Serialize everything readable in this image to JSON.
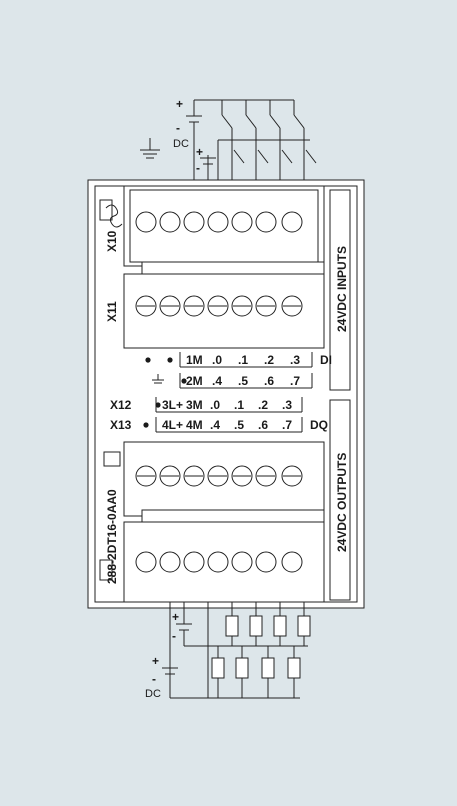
{
  "supply_top": {
    "plus": "+",
    "minus": "-",
    "dc": "DC"
  },
  "supply_mid": {
    "plus": "+",
    "minus": "-"
  },
  "supply_bottom_a": {
    "plus": "+",
    "minus": "-"
  },
  "supply_bottom_b": {
    "plus": "+",
    "minus": "-",
    "dc": "DC"
  },
  "module": {
    "part_number": "288-2DT16-0AA0",
    "inputs_label": "24VDC INPUTS",
    "outputs_label": "24VDC OUTPUTS",
    "x10": "X10",
    "x11": "X11",
    "x12": "X12",
    "x13": "X13"
  },
  "input_rows": [
    {
      "terminals": [
        "1M",
        ".0",
        ".1",
        ".2",
        ".3"
      ],
      "tag": "DI"
    },
    {
      "terminals": [
        "2M",
        ".4",
        ".5",
        ".6",
        ".7"
      ],
      "tag": ""
    }
  ],
  "output_rows": [
    {
      "terminals": [
        "3L+",
        "3M",
        ".0",
        ".1",
        ".2",
        ".3"
      ],
      "tag": ""
    },
    {
      "terminals": [
        "4L+",
        "4M",
        ".4",
        ".5",
        ".6",
        ".7"
      ],
      "tag": "DQ"
    }
  ]
}
